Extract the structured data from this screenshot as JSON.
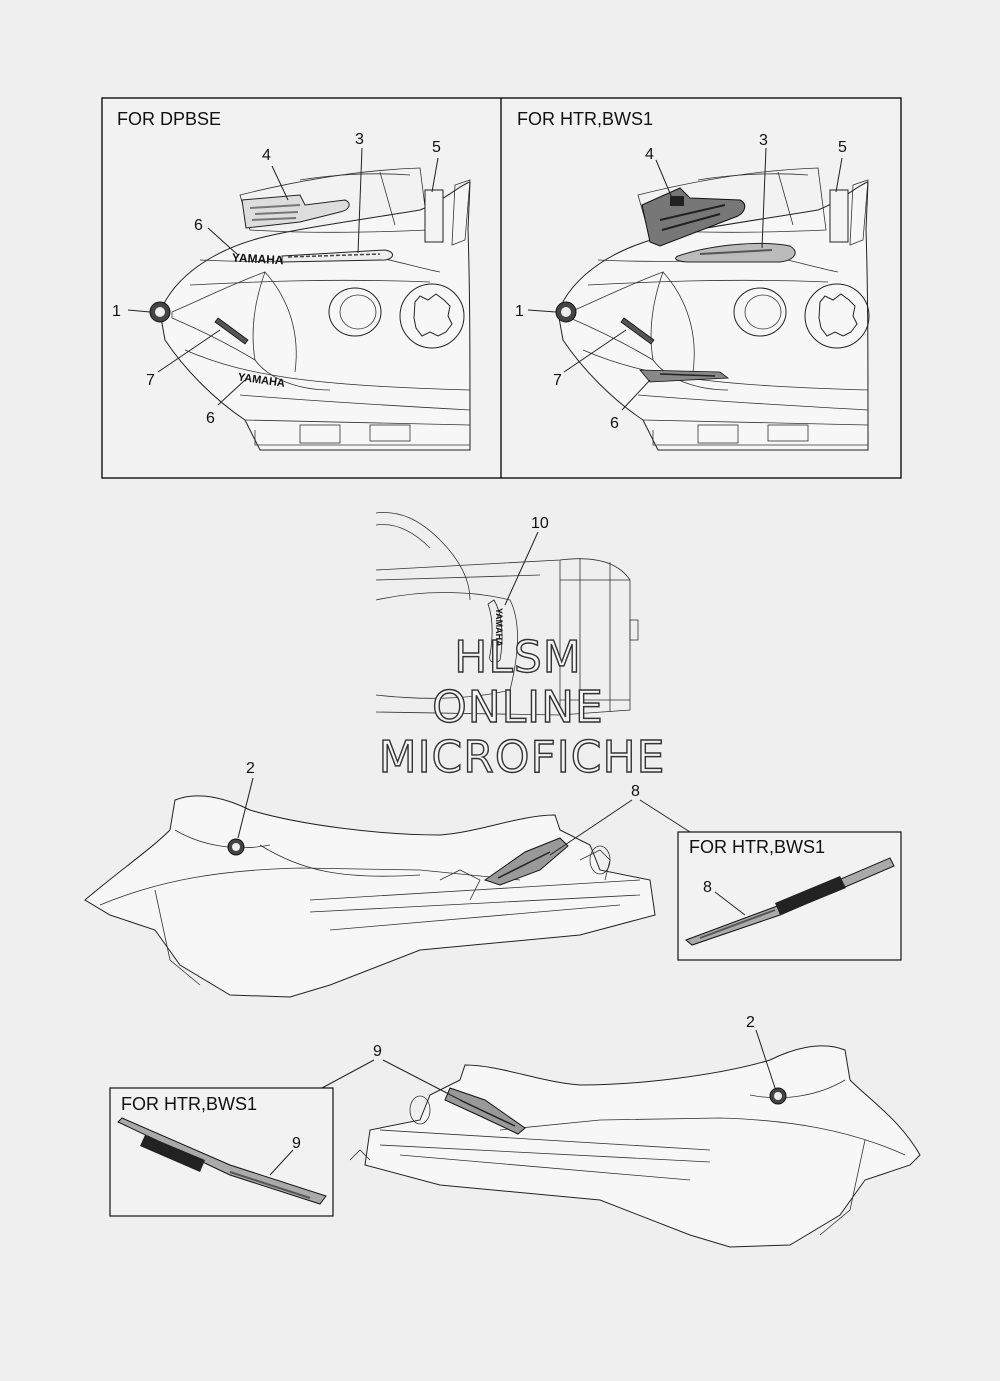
{
  "panels": {
    "left_title": "FOR DPBSE",
    "right_title": "FOR HTR,BWS1"
  },
  "callouts": {
    "n1": "1",
    "n2": "2",
    "n3": "3",
    "n4": "4",
    "n5": "5",
    "n6": "6",
    "n7": "7",
    "n8": "8",
    "n9": "9",
    "n10": "10"
  },
  "insets": {
    "side_right_title": "FOR HTR,BWS1",
    "side_left_title": "FOR HTR,BWS1"
  },
  "decals": {
    "brand": "YAMAHA"
  },
  "watermark": {
    "line1": "HLSM",
    "line2": "ONLINE",
    "line3": "MICROFICHE"
  }
}
